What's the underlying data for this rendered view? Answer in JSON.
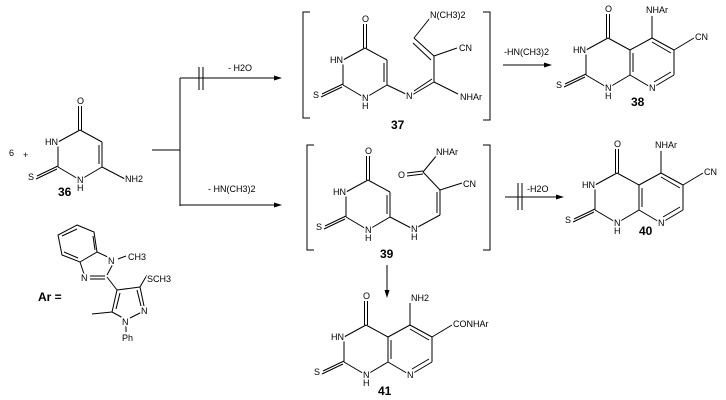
{
  "reactant": {
    "coef": "6",
    "plus": "+",
    "number": "36",
    "atoms": {
      "O": "O",
      "HN": "HN",
      "N": "N",
      "H": "H",
      "S": "S",
      "NH2": "NH2"
    }
  },
  "conditions": {
    "top": "- H2O",
    "bottom": "- HN(CH3)2",
    "c37_38": "-HN(CH3)2",
    "c39_40": "-H2O"
  },
  "compounds": {
    "c37": {
      "number": "37",
      "NMe2": "N(CH3)2",
      "CN": "CN",
      "NHAr": "NHAr",
      "N": "N"
    },
    "c38": {
      "number": "38",
      "sub5": "NHAr",
      "sub6": "CN"
    },
    "c39": {
      "number": "39",
      "NHAr": "NHAr",
      "O": "O",
      "CN": "CN",
      "NH": "N",
      "H": "H"
    },
    "c40": {
      "number": "40",
      "sub5": "NHAr",
      "sub6": "CN"
    },
    "c41": {
      "number": "41",
      "sub5": "NH2",
      "sub6": "CONHAr"
    }
  },
  "ar": {
    "label": "Ar =",
    "CH3": "CH3",
    "N": "N",
    "SCH3": "SCH3",
    "Ph": "Ph"
  }
}
